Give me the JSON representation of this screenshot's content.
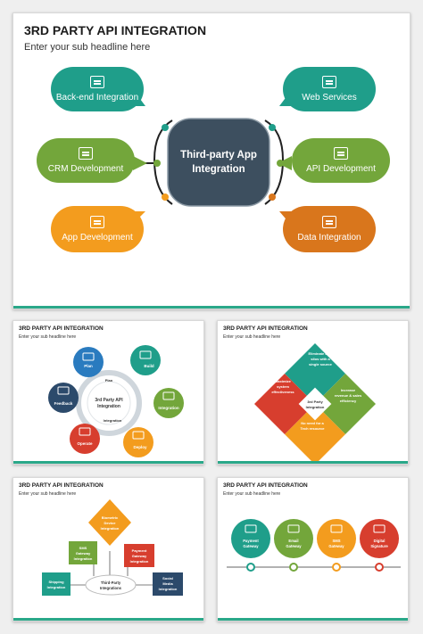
{
  "colors": {
    "teal": "#1f9e8a",
    "green": "#73a63b",
    "orange": "#f39c1e",
    "dark_orange": "#d9761c",
    "center": "#3d4f5f",
    "accent_bar": "#2aa889",
    "red": "#d73e2e",
    "navy": "#2c4a6b",
    "blue": "#2a7bbf"
  },
  "main": {
    "title": "3RD PARTY API INTEGRATION",
    "subtitle": "Enter your sub headline here",
    "center": [
      "Third-party App",
      "Integration"
    ],
    "bubbles": [
      {
        "label": "Back-end Integration",
        "icon": "server-icon",
        "color": "#1f9e8a"
      },
      {
        "label": "CRM Development",
        "icon": "gear-network-icon",
        "color": "#73a63b"
      },
      {
        "label": "App Development",
        "icon": "app-grid-icon",
        "color": "#f39c1e"
      },
      {
        "label": "Web Services",
        "icon": "monitor-icon",
        "color": "#1f9e8a"
      },
      {
        "label": "API Development",
        "icon": "api-window-icon",
        "color": "#73a63b"
      },
      {
        "label": "Data Integration",
        "icon": "chip-icon",
        "color": "#d9761c"
      }
    ]
  },
  "thumbs": [
    {
      "title": "3RD PARTY API INTEGRATION",
      "subtitle": "Enter your sub headline here",
      "center": [
        "3rd Party API",
        "Integration"
      ],
      "ring_labels": [
        "Plan",
        "Integration"
      ],
      "petals": [
        {
          "label": "Plan",
          "color": "#2a7bbf"
        },
        {
          "label": "Build",
          "color": "#1f9e8a"
        },
        {
          "label": "Integration",
          "color": "#73a63b"
        },
        {
          "label": "Deploy",
          "color": "#f39c1e"
        },
        {
          "label": "Operate",
          "color": "#d73e2e"
        },
        {
          "label": "Feedback",
          "color": "#2c4a6b"
        }
      ]
    },
    {
      "title": "3RD PARTY API INTEGRATION",
      "subtitle": "Enter your sub headline here",
      "center": [
        "3rd Party",
        "Integration"
      ],
      "quads": [
        {
          "text": [
            "Eliminate data",
            "silos with a",
            "single source"
          ],
          "color": "#1f9e8a"
        },
        {
          "text": [
            "Increase",
            "revenue & sales",
            "efficiency"
          ],
          "color": "#73a63b"
        },
        {
          "text": [
            "No need for a",
            "Tech resource"
          ],
          "color": "#f39c1e"
        },
        {
          "text": [
            "Maximize",
            "system",
            "effectiveness"
          ],
          "color": "#d73e2e"
        }
      ]
    },
    {
      "title": "3RD PARTY API INTEGRATION",
      "subtitle": "Enter your sub headline here",
      "center": [
        "Third-Party",
        "Integrations"
      ],
      "nodes": [
        {
          "text": [
            "Biometric",
            "Device",
            "Integration"
          ],
          "color": "#f39c1e"
        },
        {
          "text": [
            "SMS",
            "Gateway",
            "Integration"
          ],
          "color": "#73a63b"
        },
        {
          "text": [
            "Payment",
            "Gateway",
            "Integration"
          ],
          "color": "#d73e2e"
        },
        {
          "text": [
            "Shipping",
            "Integration"
          ],
          "color": "#1f9e8a"
        },
        {
          "text": [
            "Social",
            "Media",
            "Integration"
          ],
          "color": "#2c4a6b"
        }
      ]
    },
    {
      "title": "3RD PARTY API INTEGRATION",
      "subtitle": "Enter your sub headline here",
      "circles": [
        {
          "text": [
            "Payment",
            "Gateway"
          ],
          "color": "#1f9e8a"
        },
        {
          "text": [
            "Email",
            "Gateway"
          ],
          "color": "#73a63b"
        },
        {
          "text": [
            "SMS",
            "Gateway"
          ],
          "color": "#f39c1e"
        },
        {
          "text": [
            "Digital",
            "Signature"
          ],
          "color": "#d73e2e"
        }
      ]
    }
  ]
}
